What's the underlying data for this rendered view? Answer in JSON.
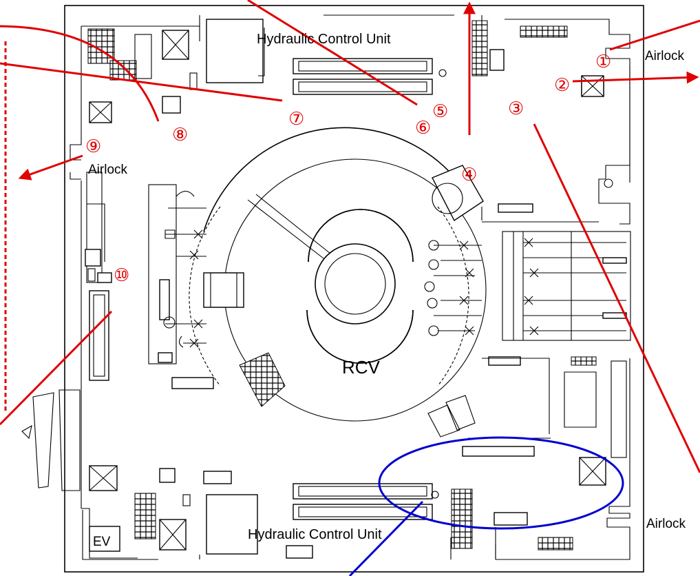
{
  "labels": {
    "hcu_top": "Hydraulic Control Unit",
    "hcu_bottom": "Hydraulic Control Unit",
    "rcv": "RCV",
    "ev": "EV",
    "airlock_left": "Airlock",
    "airlock_right_top": "Airlock",
    "airlock_right_bottom": "Airlock"
  },
  "markers": [
    "①",
    "②",
    "③",
    "④",
    "⑤",
    "⑥",
    "⑦",
    "⑧",
    "⑨",
    "⑩"
  ],
  "colors": {
    "arrow": "#e00000",
    "highlight": "#0000d0",
    "outline": "#000000"
  }
}
